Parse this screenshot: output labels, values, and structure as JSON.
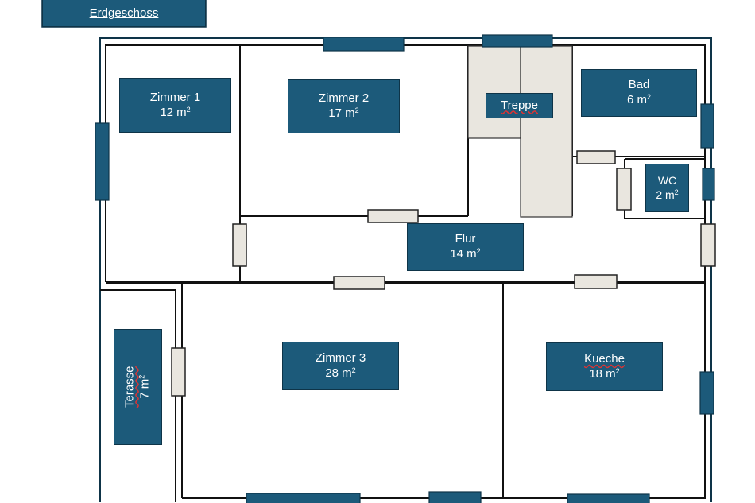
{
  "floor_title": "Erdgeschoss",
  "rooms": {
    "zimmer1": {
      "name": "Zimmer 1",
      "area": "12 m",
      "unit_exp": "2"
    },
    "zimmer2": {
      "name": "Zimmer 2",
      "area": "17 m",
      "unit_exp": "2"
    },
    "treppe": {
      "name": "Treppe"
    },
    "bad": {
      "name": "Bad",
      "area": "6 m",
      "unit_exp": "2"
    },
    "wc": {
      "name": "WC",
      "area": "2 m",
      "unit_exp": "2"
    },
    "flur": {
      "name": "Flur",
      "area": "14 m",
      "unit_exp": "2"
    },
    "zimmer3": {
      "name": "Zimmer 3",
      "area": "28 m",
      "unit_exp": "2"
    },
    "kueche": {
      "name": "Kueche",
      "area": "18 m",
      "unit_exp": "2"
    },
    "terasse": {
      "name": "Terasse",
      "area": "7 m",
      "unit_exp": "2"
    }
  },
  "colors": {
    "label_fill": "#1c5a7a",
    "window_fill": "#1c5a7a",
    "door_fill": "#e9e6df",
    "stair_fill": "#e9e6df",
    "wall": "#111111",
    "outer_wall": "#0e3448"
  }
}
